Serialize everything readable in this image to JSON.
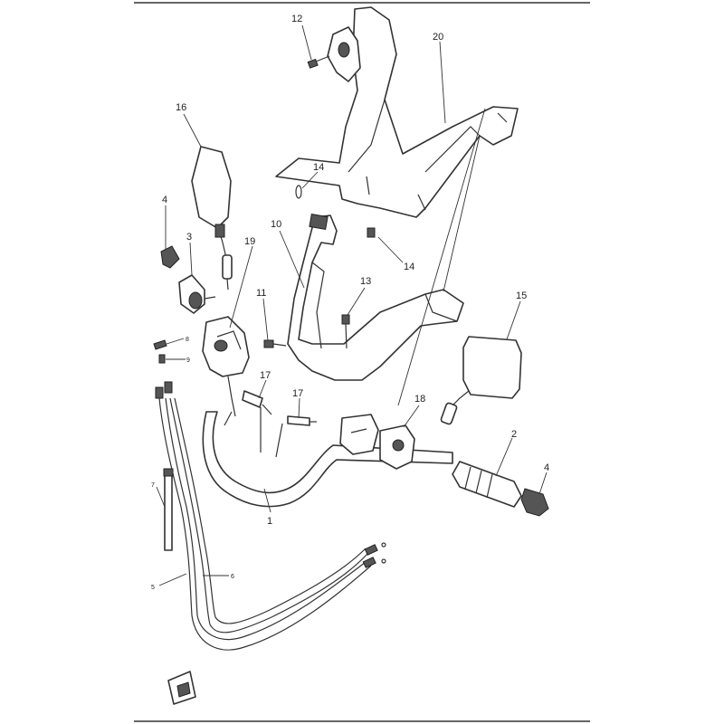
{
  "callouts": {
    "c1": "1",
    "c2": "2",
    "c3": "3",
    "c4a": "4",
    "c4b": "4",
    "c5": "5",
    "c6": "6",
    "c7": "7",
    "c8": "8",
    "c9": "9",
    "c10": "10",
    "c11": "11",
    "c12": "12",
    "c13": "13",
    "c14a": "14",
    "c14b": "14",
    "c15": "15",
    "c16": "16",
    "c17a": "17",
    "c17b": "17",
    "c18": "18",
    "c19": "19",
    "c20": "20"
  }
}
